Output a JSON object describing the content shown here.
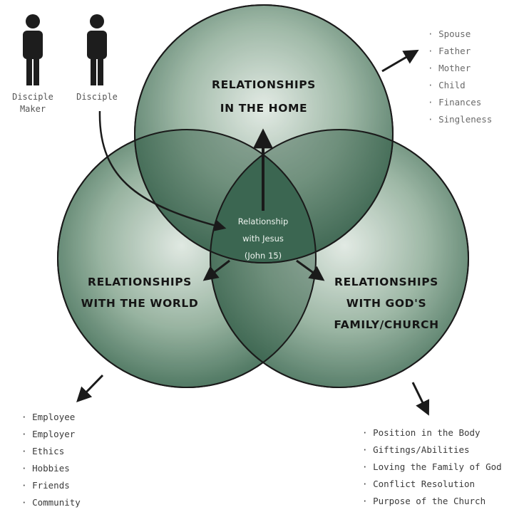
{
  "people": [
    {
      "label_line1": "Disciple",
      "label_line2": "Maker"
    },
    {
      "label_line1": "Disciple",
      "label_line2": ""
    }
  ],
  "circles": {
    "home": {
      "title_line1": "RELATIONSHIPS",
      "title_line2": "IN THE HOME",
      "title_line3": ""
    },
    "world": {
      "title_line1": "RELATIONSHIPS",
      "title_line2": "WITH THE WORLD",
      "title_line3": ""
    },
    "church": {
      "title_line1": "RELATIONSHIPS",
      "title_line2": "WITH GOD'S",
      "title_line3": "FAMILY/CHURCH"
    }
  },
  "center": {
    "line1": "Relationship",
    "line2": "with Jesus",
    "line3": "(John 15)"
  },
  "lists": {
    "home": [
      "Spouse",
      "Father",
      "Mother",
      "Child",
      "Finances",
      "Singleness"
    ],
    "world": [
      "Employee",
      "Employer",
      "Ethics",
      "Hobbies",
      "Friends",
      "Community"
    ],
    "church": [
      "Position in the Body",
      "Giftings/Abilities",
      "Loving the Family of God",
      "Conflict Resolution",
      "Purpose of the Church"
    ]
  },
  "colors": {
    "circle_fill": "#5f8a70",
    "circle_highlight": "#d7e3da",
    "outline": "#1a1a1a",
    "center_fill": "#3f6a55"
  }
}
